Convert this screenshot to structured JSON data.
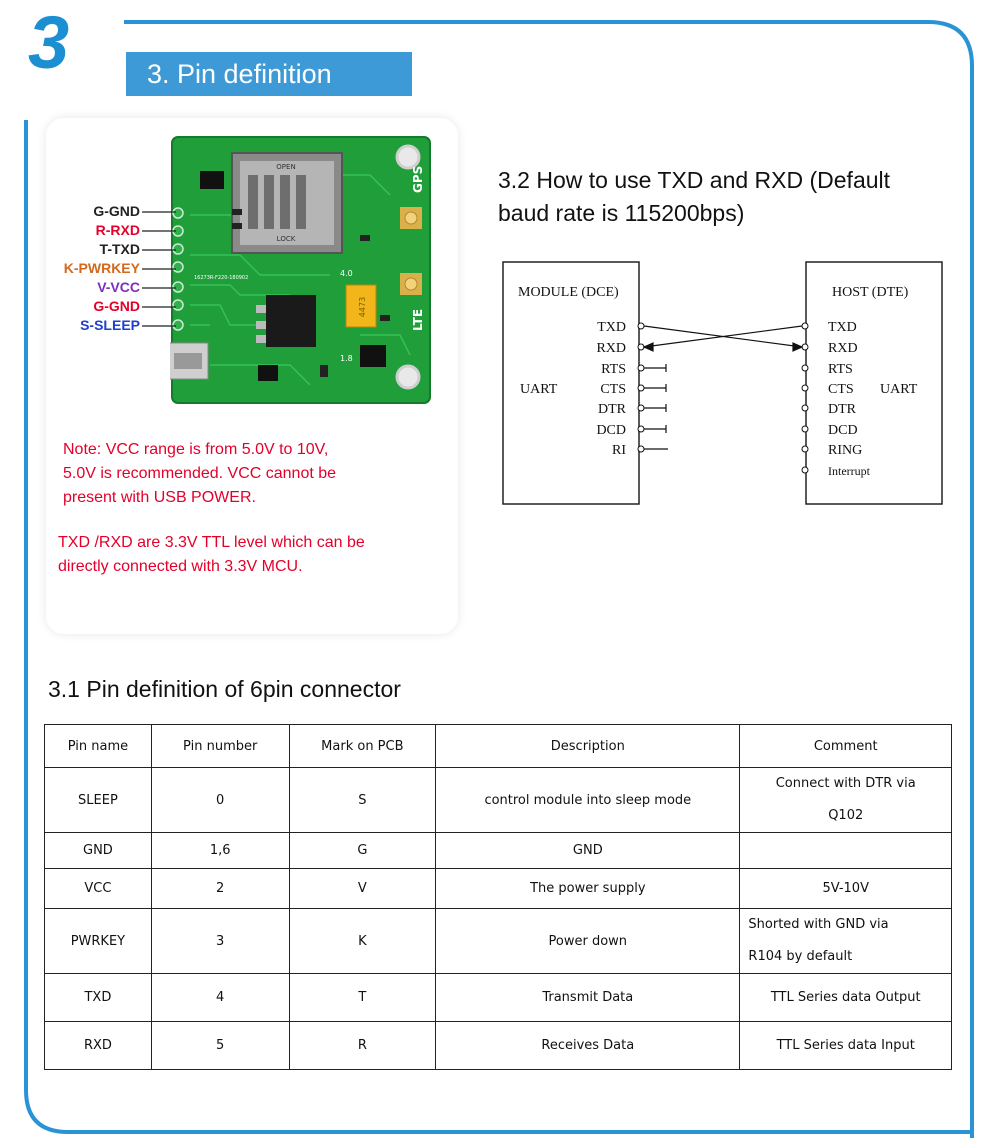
{
  "section_number": "3",
  "section_title": "3. Pin definition",
  "board": {
    "pin_labels": [
      {
        "text": "G-GND",
        "color": "#222222"
      },
      {
        "text": "R-RXD",
        "color": "#e4002b"
      },
      {
        "text": "T-TXD",
        "color": "#222222"
      },
      {
        "text": "K-PWRKEY",
        "color": "#d2691e"
      },
      {
        "text": "V-VCC",
        "color": "#7b2fbf"
      },
      {
        "text": "G-GND",
        "color": "#e4002b"
      },
      {
        "text": "S-SLEEP",
        "color": "#1f3fcf"
      }
    ],
    "silk_open": "OPEN",
    "silk_lock": "LOCK",
    "silk_gps": "GPS",
    "silk_lte": "LTE",
    "silk_version": "4.0",
    "silk_code": "16273R-F220-180902",
    "silk_cap": "4473",
    "silk_v18": "1.8"
  },
  "notes": {
    "line1": "Note: VCC  range  is  from  5.0V to  10V,",
    "line2": "5.0V  is  recommended.  VCC  cannot  be",
    "line3": "present with USB POWER.",
    "line4": "TXD /RXD are 3.3V TTL level which can be",
    "line5": "directly connected with 3.3V MCU."
  },
  "section_3_2": {
    "line1": "3.2 How to use TXD and RXD (Default",
    "line2": "baud rate is 115200bps)"
  },
  "uart_diagram": {
    "module_label": "MODULE (DCE)",
    "host_label": "HOST (DTE)",
    "module_uart": "UART",
    "host_uart": "UART",
    "module_signals": [
      "TXD",
      "RXD",
      "RTS",
      "CTS",
      "DTR",
      "DCD",
      "RI"
    ],
    "host_signals": [
      "TXD",
      "RXD",
      "RTS",
      "CTS",
      "DTR",
      "DCD",
      "RING",
      "Interrupt"
    ]
  },
  "section_3_1_title": "3.1 Pin definition of 6pin connector",
  "table": {
    "headers": [
      "Pin name",
      "Pin number",
      "Mark on PCB",
      "Description",
      "Comment"
    ],
    "rows": [
      {
        "name": "SLEEP",
        "number": "0",
        "mark": "S",
        "desc": "control module into sleep mode",
        "comment1": "Connect with DTR via",
        "comment2": "Q102"
      },
      {
        "name": "GND",
        "number": "1,6",
        "mark": "G",
        "desc": "GND",
        "comment1": "",
        "comment2": ""
      },
      {
        "name": "VCC",
        "number": "2",
        "mark": "V",
        "desc": "The power supply",
        "comment1": "5V-10V",
        "comment2": ""
      },
      {
        "name": "PWRKEY",
        "number": "3",
        "mark": "K",
        "desc": "Power down",
        "comment1": "Shorted   with   GND   via",
        "comment2": "R104 by default"
      },
      {
        "name": "TXD",
        "number": "4",
        "mark": "T",
        "desc": "Transmit Data",
        "comment1": "TTL Series data Output",
        "comment2": ""
      },
      {
        "name": "RXD",
        "number": "5",
        "mark": "R",
        "desc": "Receives Data",
        "comment1": "TTL Series data Input",
        "comment2": ""
      }
    ]
  },
  "colors": {
    "accent": "#1b8fd2",
    "title_bar": "#3d9ad6",
    "note_red": "#e4002b",
    "pcb_green": "#1f9e3a"
  }
}
